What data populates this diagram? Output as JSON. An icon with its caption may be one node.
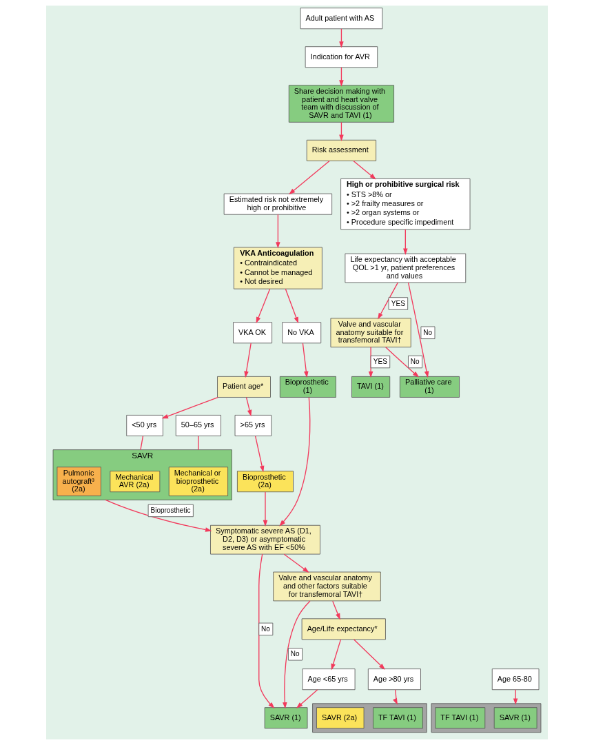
{
  "diagram": {
    "nodes": [
      {
        "text": [
          "Adult patient with AS"
        ]
      },
      {
        "text": [
          "Indication for AVR"
        ]
      },
      {
        "text": [
          "Share decision making with patient and heart valve team with discussion of SAVR and TAVI (1)"
        ]
      },
      {
        "text": [
          "Risk assessment"
        ]
      },
      {
        "text": [
          "Estimated risk not extremely high or prohibitive"
        ]
      },
      {
        "text": [
          "High or prohibitive surgical risk",
          "• STS >8% or",
          "• >2 frailty measures or",
          "• >2 organ systems or",
          "• Procedure specific impediment"
        ]
      },
      {
        "text": [
          "VKA Anticoagulation",
          "• Contraindicated",
          "• Cannot be managed",
          "• Not desired"
        ]
      },
      {
        "text": [
          "Patient age*"
        ]
      },
      {
        "text": [
          "VKA OK"
        ]
      },
      {
        "text": [
          "<50 yrs"
        ]
      },
      {
        "text": [
          "50–65 yrs"
        ]
      },
      {
        "text": [
          ">65 yrs"
        ]
      },
      {
        "text": [
          "No VKA"
        ]
      },
      {
        "text": [
          "SAVR"
        ]
      },
      {
        "text": [
          "Mechanical AVR (2a)"
        ],
        "in": 13
      },
      {
        "text": [
          "Mechanical or bioprosthetic (2a)"
        ],
        "in": 13
      },
      {
        "text": [
          "Pulmonic autograft³ (2a)"
        ],
        "in": 13
      },
      {
        "text": [
          "Bioprosthetic (2a)"
        ]
      },
      {
        "text": [
          "Bioprosthetic (1)"
        ]
      },
      {
        "text": [
          "Life expectancy with acceptable QOL >1 yr, patient preferences and values"
        ]
      },
      {
        "text": [
          "Symptomatic severe AS (D1, D2, D3) or asymptomatic severe AS with EF <50%"
        ]
      },
      {
        "text": [
          "Valve and vascular anatomy suitable for transfemoral TAVI†"
        ]
      },
      {
        "text": [
          "Valve and vascular anatomy and other factors suitable for transfemoral TAVI†"
        ]
      },
      {
        "text": [
          "Age/Life expectancy*"
        ]
      },
      {
        "text": [
          "TAVI (1)"
        ]
      },
      {
        "text": [
          "Palliative care (1)"
        ]
      },
      {
        "text": [
          "Age <65 yrs"
        ]
      },
      {
        "text": [
          "Age 65-80"
        ]
      },
      {
        "text": [
          "Age >80 yrs"
        ]
      },
      {
        "text": [
          "SAVR (1)"
        ]
      },
      {
        "text": [],
        "shape": "box"
      },
      {
        "text": [
          "SAVR (1)"
        ],
        "in": 30
      },
      {
        "text": [
          "TF TAVI (1)"
        ],
        "in": 30
      },
      {
        "text": [],
        "shape": "box"
      },
      {
        "text": [
          "TF TAVI (1)"
        ],
        "in": 33
      },
      {
        "text": [
          "SAVR (2a)"
        ],
        "in": 33
      }
    ],
    "edges": [
      {
        "from": 0,
        "to": 1,
        "arrow": "to"
      },
      {
        "from": 1,
        "to": 2,
        "arrow": "to"
      },
      {
        "from": 2,
        "to": 3,
        "arrow": "to"
      },
      {
        "from": 3,
        "to": 4,
        "arrow": "to"
      },
      {
        "from": 3,
        "to": 5,
        "arrow": "to"
      },
      {
        "from": 4,
        "to": 6,
        "arrow": "to"
      },
      {
        "from": 6,
        "to": 8,
        "arrow": "to"
      },
      {
        "from": 8,
        "to": 7,
        "arrow": "to"
      },
      {
        "from": 7,
        "to": 9,
        "arrow": "to"
      },
      {
        "from": 7,
        "to": 11,
        "arrow": "to"
      },
      {
        "from": 9,
        "to": 13,
        "arrow": "none"
      },
      {
        "from": 10,
        "to": 13,
        "arrow": "none"
      },
      {
        "from": 11,
        "to": 17,
        "arrow": "to"
      },
      {
        "from": 6,
        "to": 12,
        "arrow": "to"
      },
      {
        "from": 12,
        "to": 18,
        "arrow": "to"
      },
      {
        "from": 13,
        "to": 20,
        "arrow": "to",
        "label": "Bioprosthetic"
      },
      {
        "from": 17,
        "to": 20,
        "arrow": "to"
      },
      {
        "from": 18,
        "to": 20,
        "arrow": "to"
      },
      {
        "from": 5,
        "to": 19,
        "arrow": "to"
      },
      {
        "from": 19,
        "to": 21,
        "arrow": "to",
        "label": "YES"
      },
      {
        "from": 19,
        "to": 25,
        "arrow": "to",
        "label": "No"
      },
      {
        "from": 20,
        "to": 29,
        "arrow": "to",
        "label": "No"
      },
      {
        "from": 20,
        "to": 22,
        "arrow": "to"
      },
      {
        "from": 22,
        "to": 29,
        "arrow": "to",
        "label": "No"
      },
      {
        "from": 22,
        "to": 23,
        "arrow": "to"
      },
      {
        "from": 21,
        "to": 24,
        "arrow": "to",
        "label": "YES"
      },
      {
        "from": 21,
        "to": 25,
        "arrow": "to",
        "label": "No"
      },
      {
        "from": 23,
        "to": 26,
        "arrow": "to"
      },
      {
        "from": 23,
        "to": 28,
        "arrow": "to"
      },
      {
        "from": 26,
        "to": 29,
        "arrow": "to"
      },
      {
        "from": 27,
        "to": 30,
        "arrow": "to"
      },
      {
        "from": 28,
        "to": 33,
        "arrow": "to"
      }
    ]
  }
}
